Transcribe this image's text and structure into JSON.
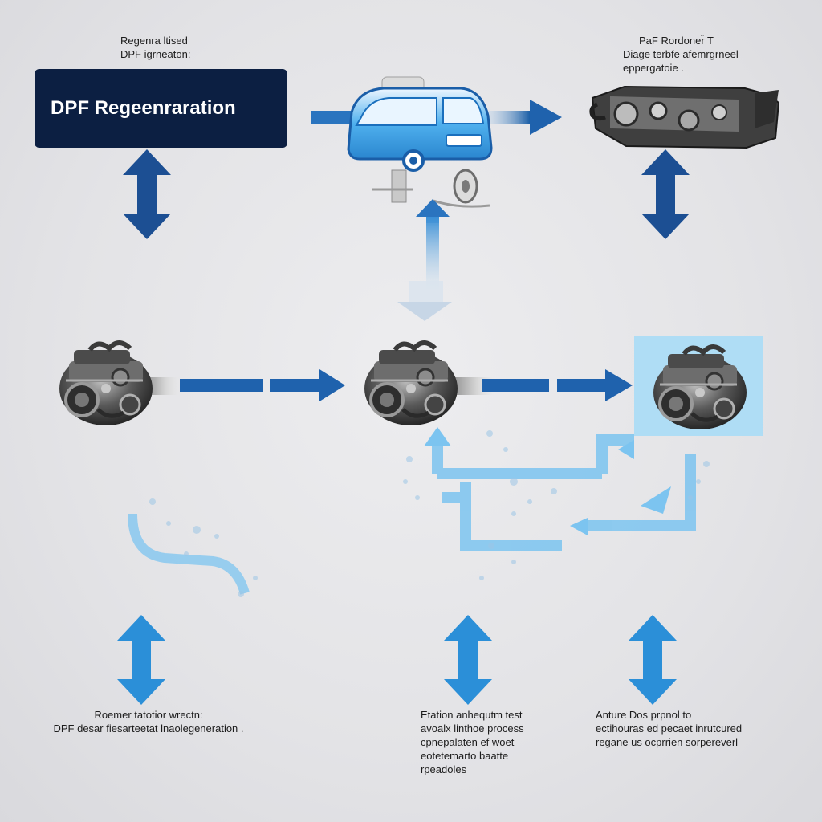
{
  "title": "DPF Regeenraration",
  "captions": {
    "top_left": [
      "Regenra ltised",
      "DPF igrneaton:"
    ],
    "top_right": [
      "PaF Rordoner̈ T",
      "Diage terbfe afemrgrneel",
      "eppergatoie ."
    ],
    "bottom_left": [
      "Roemer tatotior wrectn:",
      "DPF desar fiesarteetat lnaolegeneration ."
    ],
    "bottom_center": [
      "Etation anhequtm test",
      "avoalx linthoe process",
      "cpnepalaten ef woet",
      "eotetemarto baatte",
      "rpeadoles"
    ],
    "bottom_right": [
      "Anture Dos prpnol to",
      "ectihouras ed pecaet inrutcured",
      "regane us ocprrien sorpereverl"
    ]
  },
  "icons": {
    "vehicle": "truck-icon",
    "engine": "engine-icon",
    "exhaust": "exhaust-system-icon"
  },
  "colors": {
    "dark_navy": "#0c1f42",
    "arrow_dark": "#1c5fa7",
    "arrow_mid": "#2b83cf",
    "arrow_light": "#5fb2ea",
    "highlight": "#a9dcf6"
  }
}
